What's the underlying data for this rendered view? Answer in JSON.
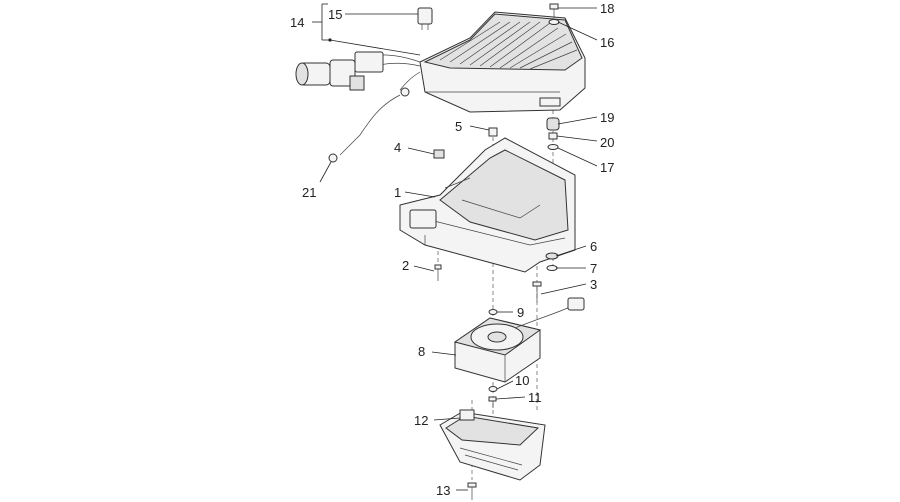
{
  "diagram": {
    "callouts": {
      "c1": "1",
      "c2": "2",
      "c3": "3",
      "c4": "4",
      "c5": "5",
      "c6": "6",
      "c7": "7",
      "c8": "8",
      "c9": "9",
      "c10": "10",
      "c11": "11",
      "c12": "12",
      "c13": "13",
      "c14": "14",
      "c15": "15",
      "c16": "16",
      "c17": "17",
      "c18": "18",
      "c19": "19",
      "c20": "20",
      "c21": "21"
    }
  }
}
